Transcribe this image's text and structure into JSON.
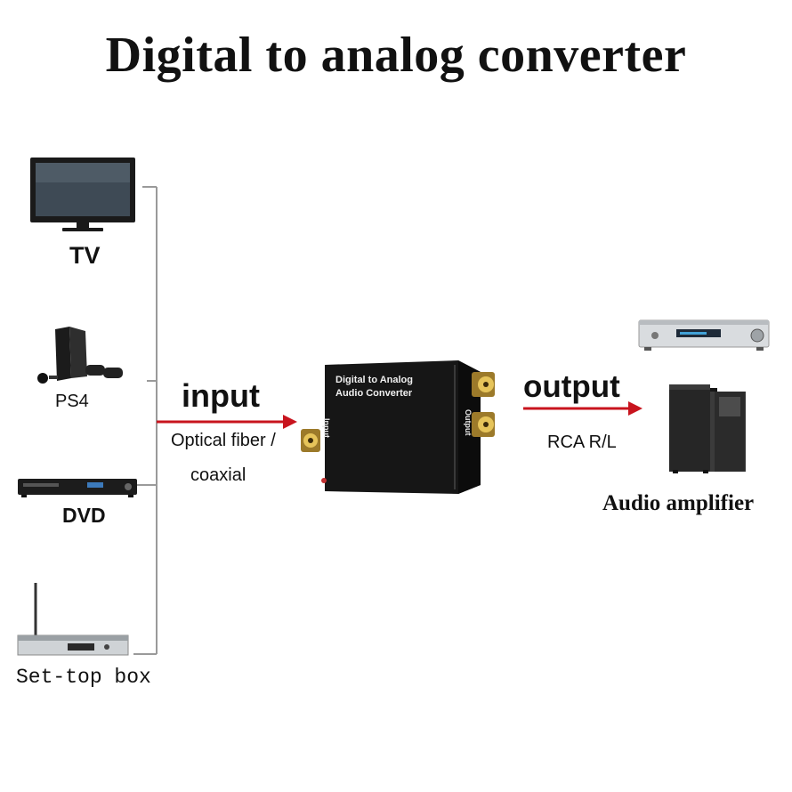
{
  "title": "Digital to analog converter",
  "sources": [
    {
      "label": "TV",
      "icon": "tv-icon"
    },
    {
      "label": "PS4",
      "icon": "game-console-icon"
    },
    {
      "label": "DVD",
      "icon": "dvd-player-icon"
    },
    {
      "label": "Set-top box",
      "icon": "set-top-box-icon"
    }
  ],
  "input": {
    "label": "input",
    "detail_line1": "Optical fiber /",
    "detail_line2": "coaxial"
  },
  "converter": {
    "line1": "Digital to Analog",
    "line2": "Audio Converter",
    "input_port": "Input",
    "output_port": "Output"
  },
  "output": {
    "label": "output",
    "detail": "RCA R/L"
  },
  "destination": {
    "label": "Audio amplifier",
    "icons": [
      "av-receiver-icon",
      "speaker-icon"
    ]
  },
  "colors": {
    "arrow": "#c8141e",
    "bracket": "#9a9a9a",
    "device": "#1a1a1a"
  }
}
